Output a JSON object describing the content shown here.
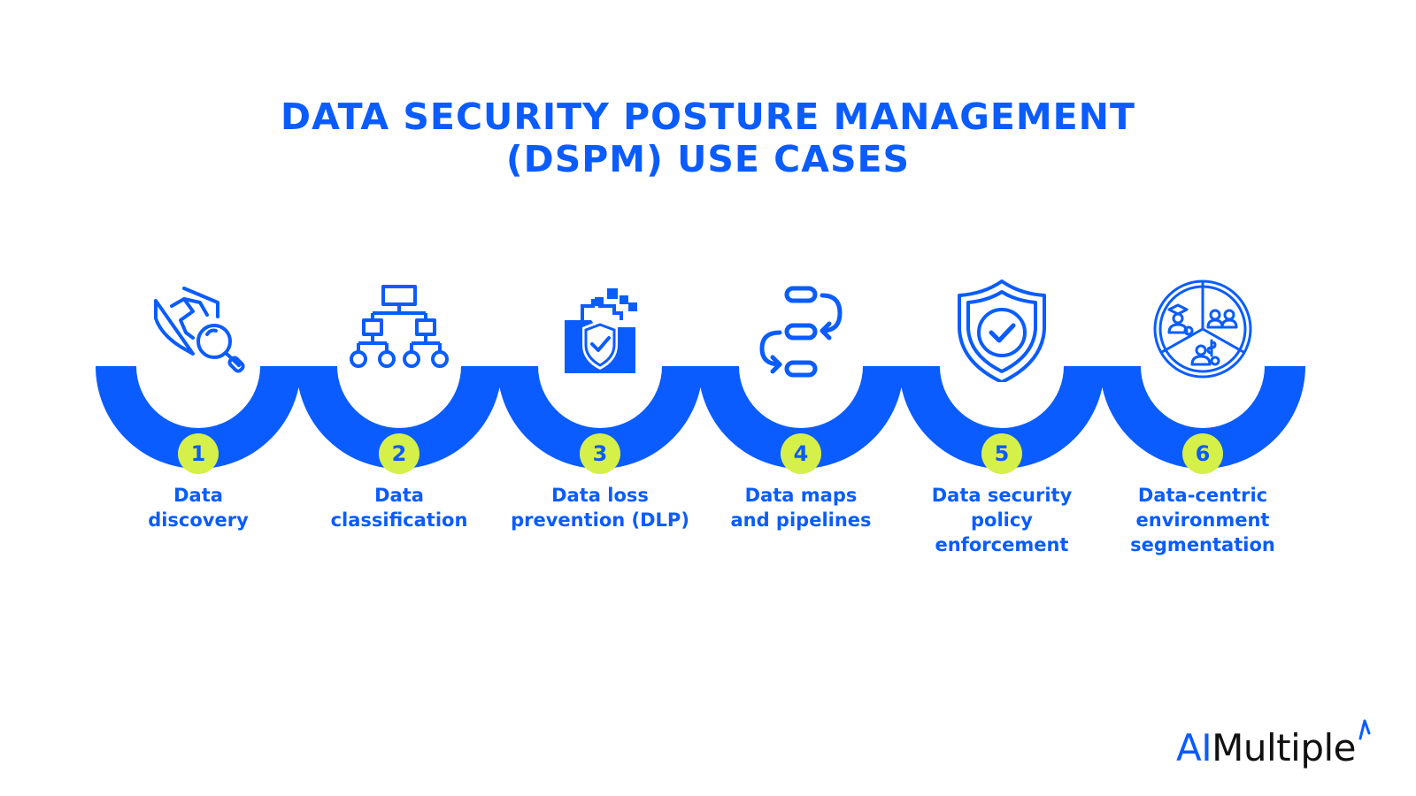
{
  "title": {
    "line1": "DATA SECURITY POSTURE MANAGEMENT",
    "line2": "(DSPM) USE CASES"
  },
  "colors": {
    "accent": "#0a5cff",
    "badge": "#d6f04a"
  },
  "steps": [
    {
      "number": "1",
      "label_line1": "Data",
      "label_line2": "discovery",
      "label_line3": "",
      "icon": "shield-search-icon"
    },
    {
      "number": "2",
      "label_line1": "Data",
      "label_line2": "classification",
      "label_line3": "",
      "icon": "hierarchy-icon"
    },
    {
      "number": "3",
      "label_line1": "Data loss",
      "label_line2": "prevention (DLP)",
      "label_line3": "",
      "icon": "folder-shield-icon"
    },
    {
      "number": "4",
      "label_line1": "Data maps",
      "label_line2": "and pipelines",
      "label_line3": "",
      "icon": "pipeline-arrows-icon"
    },
    {
      "number": "5",
      "label_line1": "Data security",
      "label_line2": "policy",
      "label_line3": "enforcement",
      "icon": "shield-check-icon"
    },
    {
      "number": "6",
      "label_line1": "Data-centric",
      "label_line2": "environment",
      "label_line3": "segmentation",
      "icon": "segmentation-pie-icon"
    }
  ],
  "logo": {
    "ai": "AI",
    "rest": "Multiple"
  }
}
